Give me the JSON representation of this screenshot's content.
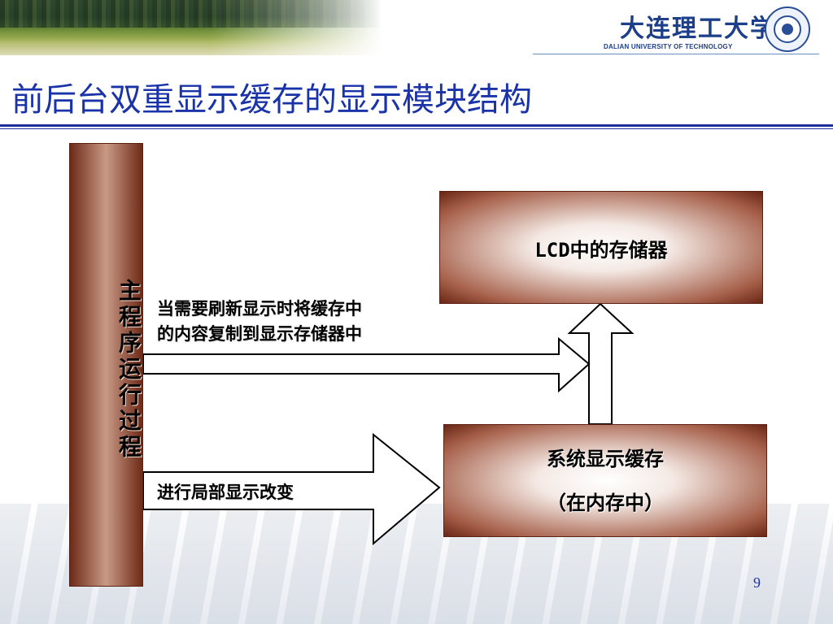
{
  "header": {
    "logo_text": "大连理工大学",
    "logo_subtitle": "DALIAN UNIVERSITY OF TECHNOLOGY"
  },
  "slide": {
    "title": "前后台双重显示缓存的显示模块结构",
    "page_number": "9"
  },
  "diagram": {
    "main_process_label": "主程序运行过程",
    "lcd_box_label_latin": "LCD",
    "lcd_box_label_rest": "中的存储器",
    "buffer_box_line1": "系统显示缓存",
    "buffer_box_line2": "（在内存中）",
    "copy_arrow_caption_line1": "当需要刷新显示时将缓存中",
    "copy_arrow_caption_line2": "的内容复制到显示存储器中",
    "change_arrow_caption": "进行局部显示改变"
  },
  "colors": {
    "title": "#1a33a8",
    "bar_dark": "#6e2a17",
    "bar_light": "#c89a86"
  }
}
